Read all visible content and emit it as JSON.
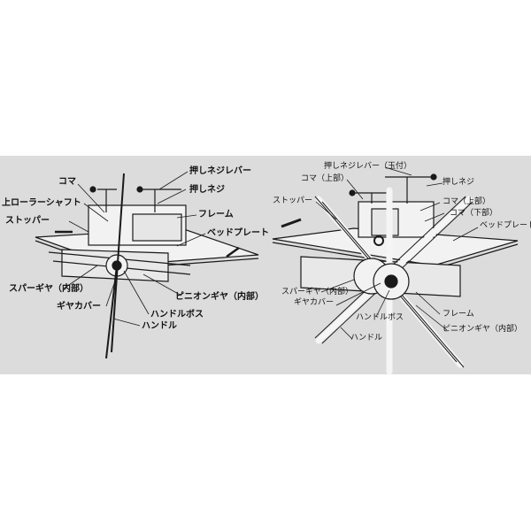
{
  "left_diagram": {
    "labels": {
      "koma": "コマ",
      "oshi_neji_lever": "押しネジレバー",
      "oshi_neji": "押しネジ",
      "upper_roller_shaft": "上ローラーシャフト",
      "frame": "フレーム",
      "stopper": "ストッパー",
      "bed_plate": "ベッドプレート",
      "spur_gear_inner": "スパーギヤ（内部）",
      "pinion_gear_inner": "ピニオンギヤ（内部）",
      "gear_cover": "ギヤカバー",
      "handle_boss": "ハンドルボス",
      "handle": "ハンドル"
    }
  },
  "right_diagram": {
    "labels": {
      "oshi_neji_lever_tamatsuki": "押しネジレバー（玉付）",
      "koma_upper_left": "コマ（上部）",
      "oshi_neji": "押しネジ",
      "koma_upper": "コマ（上部）",
      "koma_lower": "コマ（下部）",
      "stopper": "ストッパー",
      "bed_plate": "ベッドプレート",
      "spur_gear_inner": "スパーギヤ（内部）",
      "gear_cover": "ギヤカバー",
      "frame": "フレーム",
      "handle_boss": "ハンドルボス",
      "pinion_gear_inner": "ピニオンギヤ（内部）",
      "handle": "ハンドル"
    }
  },
  "colors": {
    "panel": "#dcdcdc",
    "line": "#1a1a1a",
    "metal": "#f2f2f2"
  }
}
